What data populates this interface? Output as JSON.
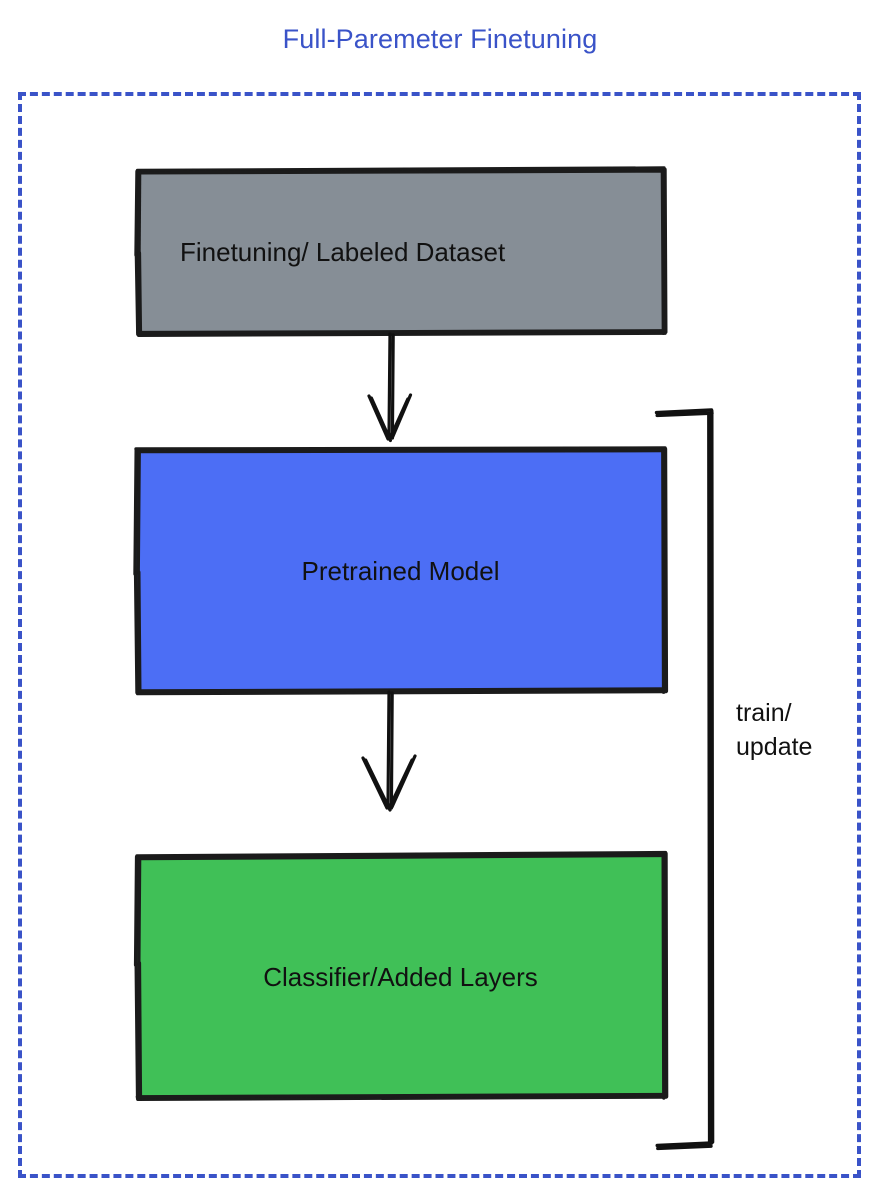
{
  "title": "Full-Paremeter Finetuning",
  "colors": {
    "title": "#3a53c8",
    "container_border": "#3a53c8",
    "dataset_fill": "#868e96",
    "pretrained_fill": "#4c6ef5",
    "classifier_fill": "#40c057",
    "stroke": "#1b1b1b",
    "text": "#111111",
    "background": "#ffffff"
  },
  "nodes": [
    {
      "id": "dataset",
      "label": "Finetuning/ Labeled Dataset",
      "fill": "#868e96"
    },
    {
      "id": "pretrained",
      "label": "Pretrained Model",
      "fill": "#4c6ef5"
    },
    {
      "id": "classifier",
      "label": "Classifier/Added Layers",
      "fill": "#40c057"
    }
  ],
  "edges": [
    {
      "id": "dataset-to-model",
      "from": "dataset",
      "to": "pretrained",
      "label": "",
      "style": "arrow-down"
    },
    {
      "id": "model-to-classifier",
      "from": "pretrained",
      "to": "classifier",
      "label": "",
      "style": "arrow-down"
    },
    {
      "id": "classifier-to-model",
      "from": "classifier",
      "to": "pretrained",
      "label": "train/\nupdate",
      "style": "bracket-right"
    }
  ],
  "feedback_label": {
    "line1": "train/",
    "line2": "update"
  }
}
